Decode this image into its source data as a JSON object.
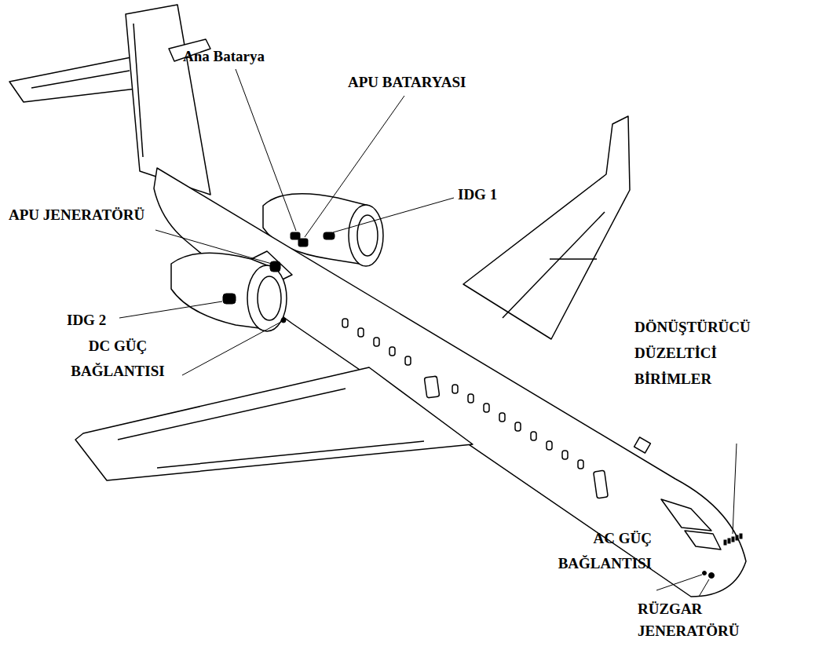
{
  "diagram": {
    "labels": [
      "Ana Batarya",
      "APU BATARYASI",
      "IDG 1",
      "APU JENERATÖRÜ",
      "IDG 2",
      "DC GÜÇ BAĞLANTISI",
      "DÖNÜŞTÜRÜCÜ DÜZELTİCİ BİRİMLER",
      "AC GÜÇ BAĞLANTISI",
      "RÜZGAR JENERATÖRÜ"
    ]
  }
}
